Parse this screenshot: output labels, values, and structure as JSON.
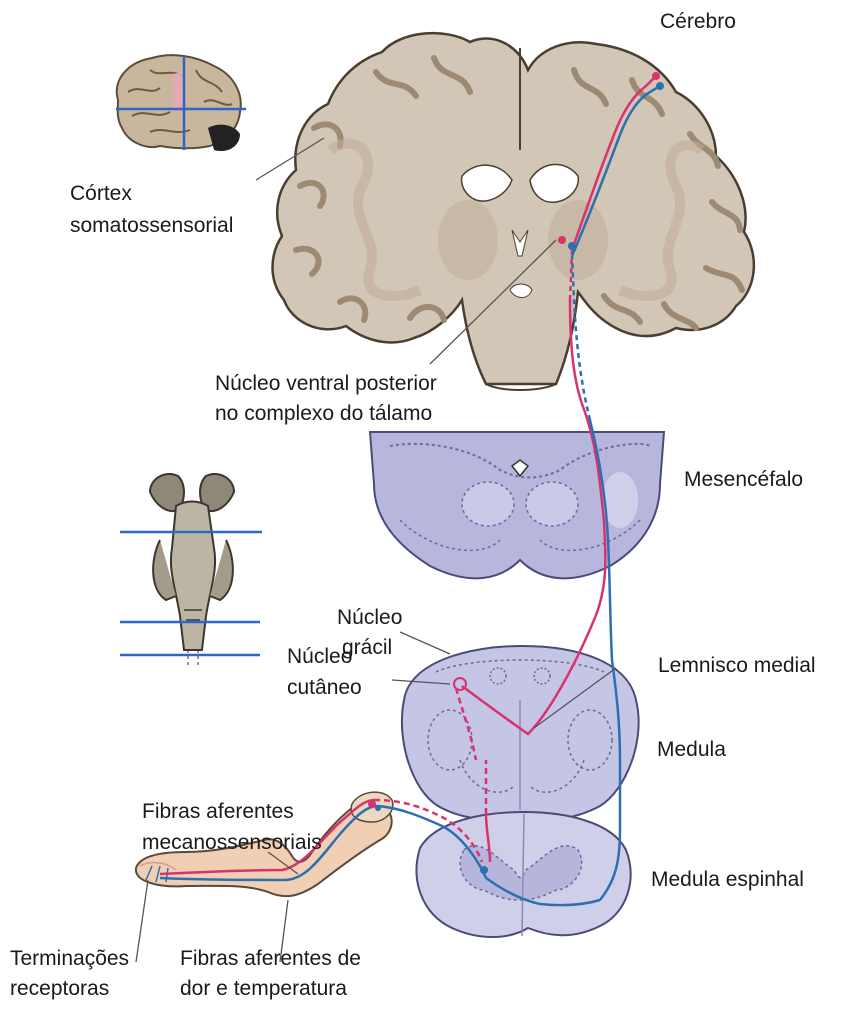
{
  "labels": {
    "cerebro": "Cérebro",
    "cortex_line1": "Córtex",
    "cortex_line2": "somatossensorial",
    "nucleo_ventral_line1": "Núcleo ventral posterior",
    "nucleo_ventral_line2": "no complexo do tálamo",
    "mesencefalo": "Mesencéfalo",
    "nucleo_gracil_line1": "Núcleo",
    "nucleo_gracil_line2": "grácil",
    "nucleo_cutaneo_line1": "Núcleo",
    "nucleo_cutaneo_line2": "cutâneo",
    "lemnisco_medial": "Lemnisco medial",
    "medula": "Medula",
    "fibras_mecano_line1": "Fibras aferentes",
    "fibras_mecano_line2": "mecanossensoriais",
    "medula_espinhal": "Medula espinhal",
    "terminacoes_line1": "Terminações",
    "terminacoes_line2": "receptoras",
    "fibras_dor_line1": "Fibras aferentes de",
    "fibras_dor_line2": "dor e temperatura"
  },
  "colors": {
    "pathway_mechanosensory": "#d8336f",
    "pathway_pain_temperature": "#2e6fb0",
    "brain_tissue": "#cbbfae",
    "brain_dark": "#b5a58f",
    "brainstem_section": "#b9b9de",
    "section_line": "#2f67c7"
  }
}
